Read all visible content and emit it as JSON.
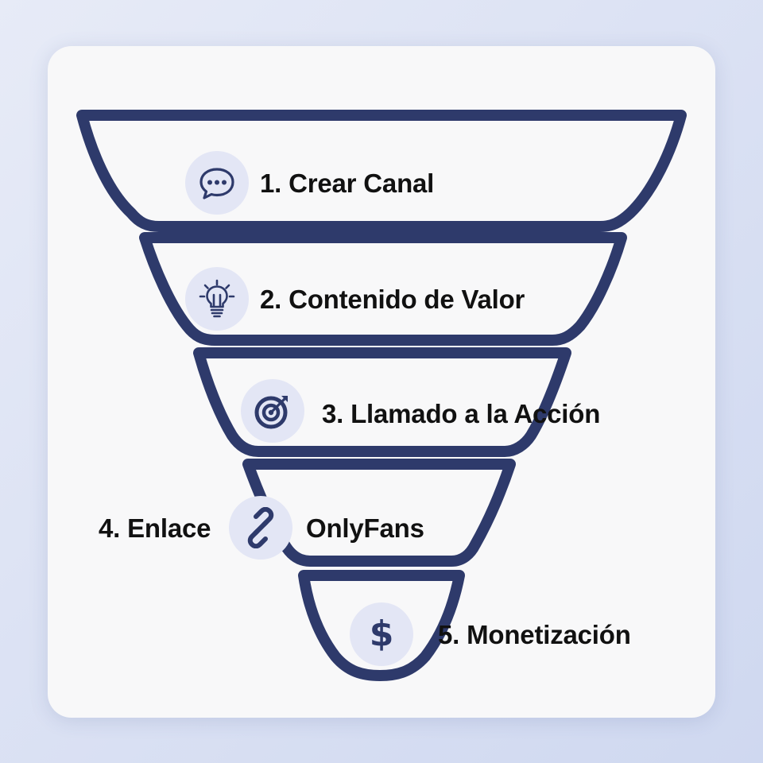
{
  "funnel": {
    "stroke_color": "#2e3a6b",
    "icon_bg_color": "#e3e6f5",
    "stages": [
      {
        "label": "1. Crear Canal",
        "icon": "chat-bubble-icon"
      },
      {
        "label": "2. Contenido de Valor",
        "icon": "lightbulb-icon"
      },
      {
        "label": "3. Llamado a la Acción",
        "icon": "target-icon"
      },
      {
        "label_left": "4. Enlace",
        "label_right": "OnlyFans",
        "icon": "link-icon"
      },
      {
        "label": "5. Monetización",
        "icon": "dollar-icon",
        "glyph": "$"
      }
    ]
  }
}
